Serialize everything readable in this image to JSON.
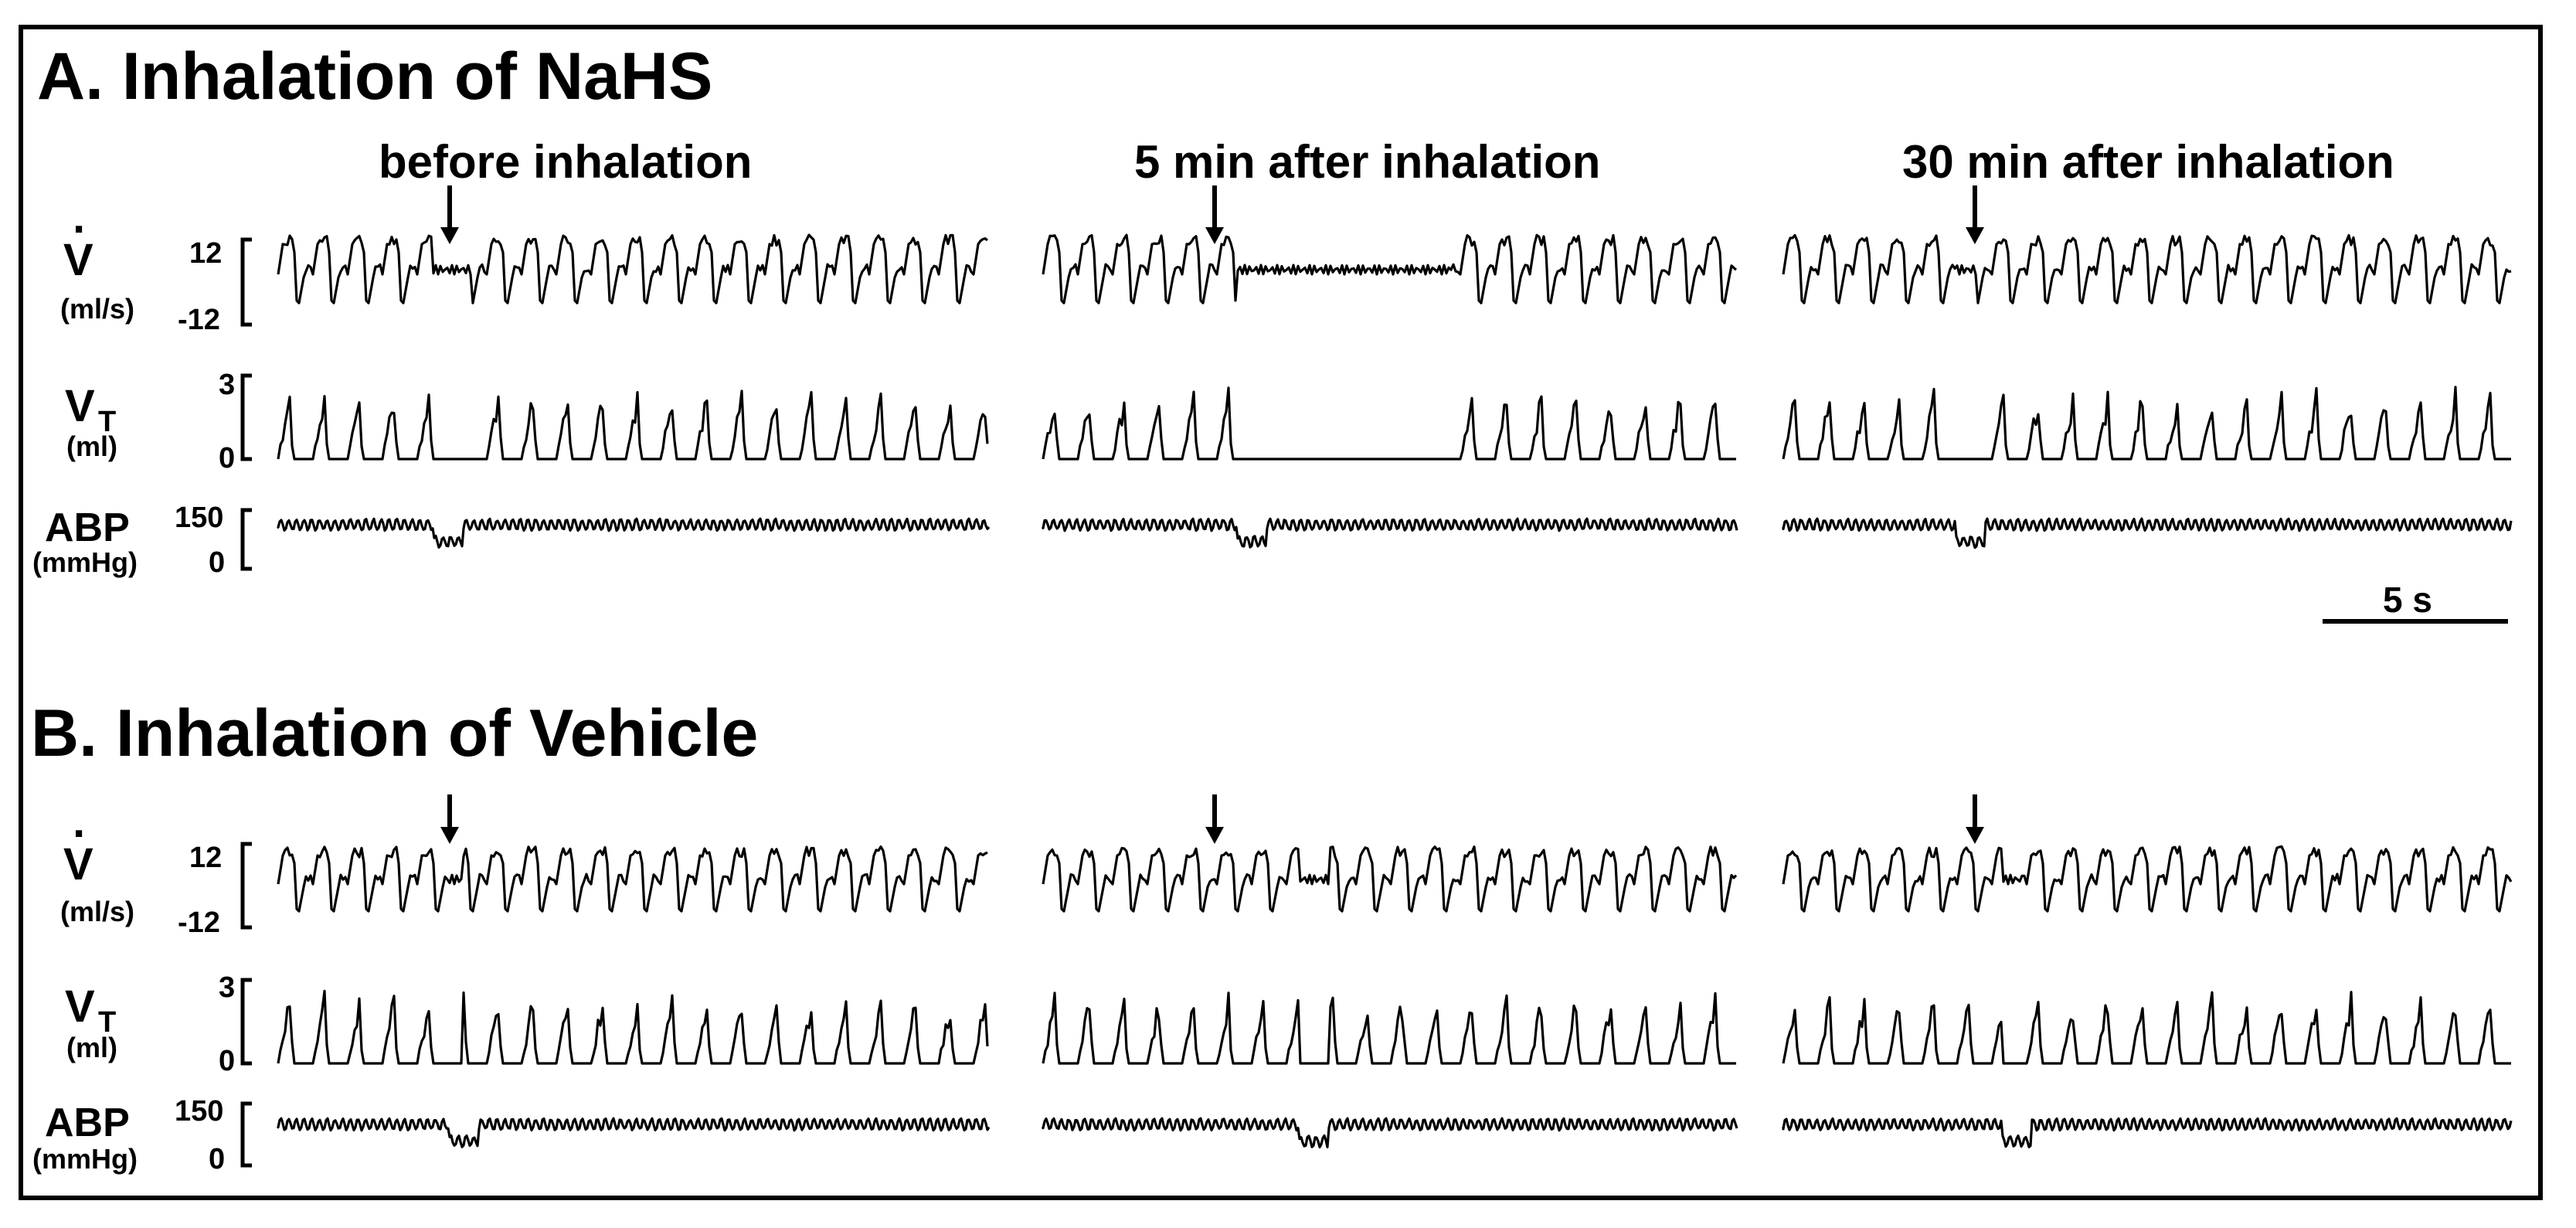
{
  "panels": [
    {
      "title": "A. Inhalation of NaHS",
      "segment_labels": [
        "before inhalation",
        "5 min after inhalation",
        "30 min after inhalation"
      ]
    },
    {
      "title": "B. Inhalation of Vehicle",
      "segment_labels": [
        "",
        "",
        ""
      ]
    }
  ],
  "channels": [
    {
      "label": "V",
      "label_dot": "·",
      "unit": "(ml/s)",
      "scale_top": "12",
      "scale_bottom": "-12"
    },
    {
      "label": "V",
      "label_sub": "T",
      "unit": "(ml)",
      "scale_top": "3",
      "scale_bottom": "0"
    },
    {
      "label": "ABP",
      "unit": "(mmHg)",
      "scale_top": "150",
      "scale_bottom": "0"
    }
  ],
  "scale_bar": {
    "label": "5 s"
  },
  "colors": {
    "ink": "#000000",
    "background": "#ffffff"
  }
}
